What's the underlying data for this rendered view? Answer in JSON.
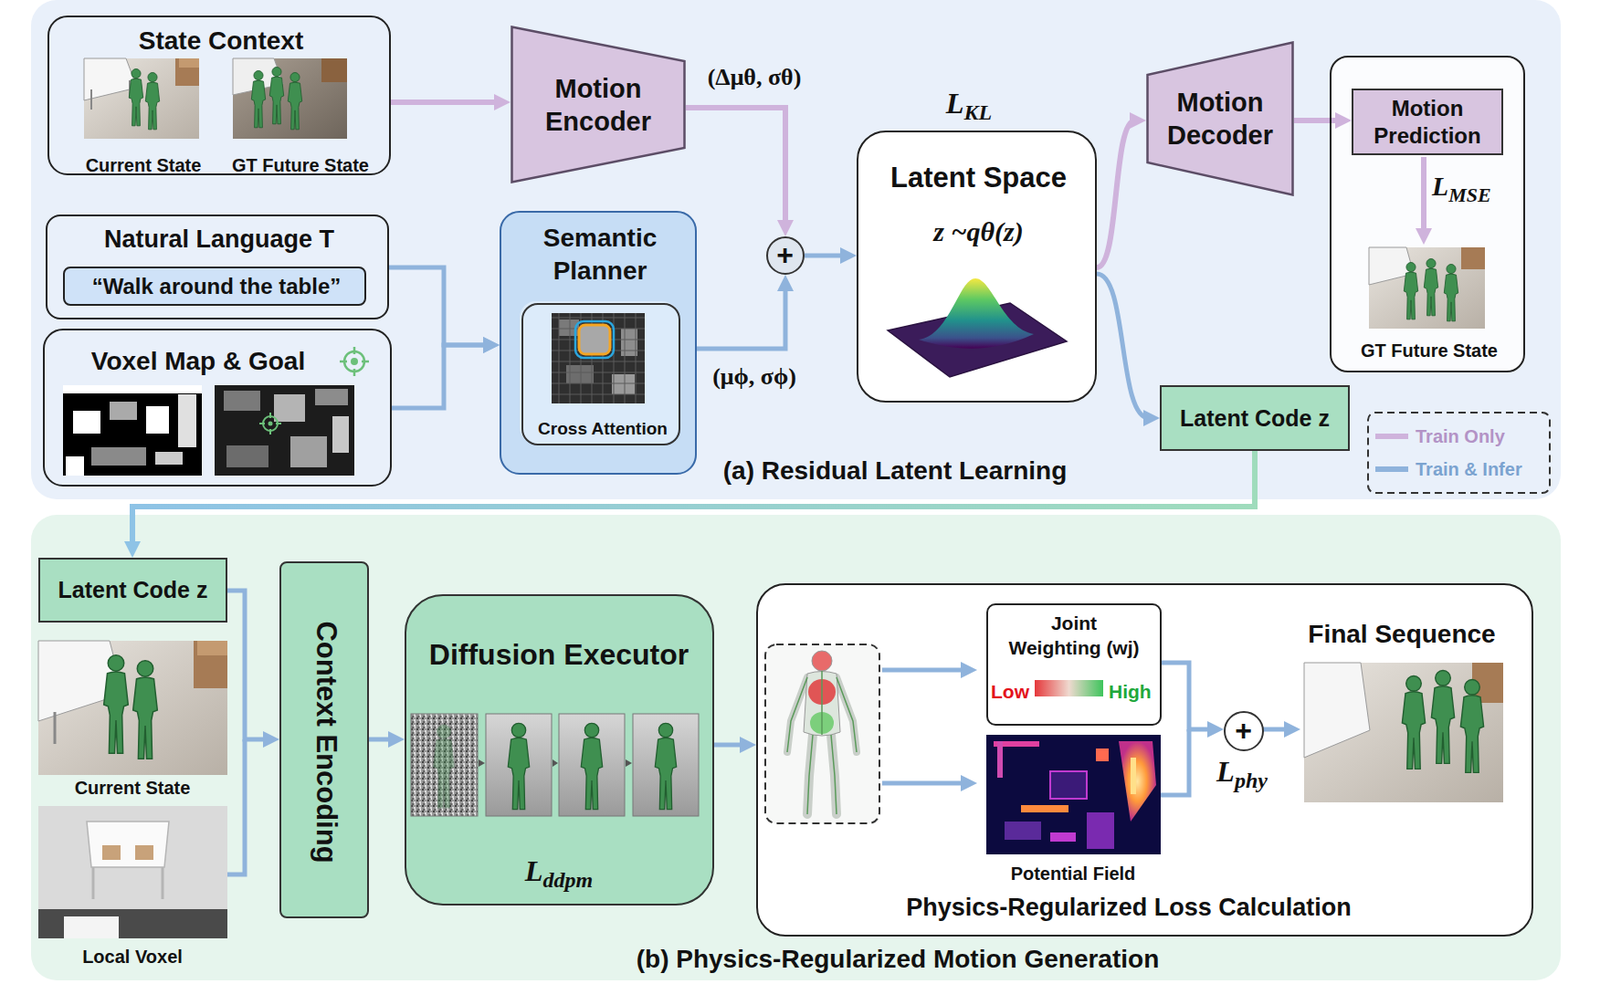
{
  "diagram": {
    "nodes": [
      {
        "text": [
          "(a) Residual Latent Learning"
        ]
      },
      {
        "text": [
          "State Context",
          "Current State",
          "GT Future State"
        ],
        "in": 0
      },
      {
        "text": [
          "Motion Encoder"
        ],
        "in": 0
      },
      {
        "text": [
          "Natural Language T"
        ],
        "in": 0
      },
      {
        "text": [
          "“Walk around the table”"
        ],
        "in": 3
      },
      {
        "text": [
          "Voxel Map & Goal"
        ],
        "in": 0
      },
      {
        "text": [
          "Semantic Planner"
        ],
        "in": 0
      },
      {
        "text": [
          "Cross Attention"
        ],
        "in": 6
      },
      {
        "text": [
          "+"
        ],
        "in": 0
      },
      {
        "text": [
          "Latent Space",
          "z ~qθ(z)"
        ],
        "in": 0
      },
      {
        "text": [
          "Motion Decoder"
        ],
        "in": 0
      },
      {
        "text": [
          "GT Future State"
        ],
        "in": 0
      },
      {
        "text": [
          "Motion Prediction"
        ],
        "in": 11
      },
      {
        "text": [
          "Latent Code z"
        ],
        "in": 0
      },
      {
        "text": [
          "(b) Physics-Regularized Motion Generation"
        ]
      },
      {
        "text": [
          "Latent Code z"
        ],
        "in": 14
      },
      {
        "text": [
          "Context Encoding"
        ],
        "in": 14
      },
      {
        "text": [
          "Diffusion Executor",
          "Lddpm"
        ],
        "in": 14
      },
      {
        "text": [
          "Physics-Regularized Loss Calculation",
          "Final Sequence"
        ],
        "in": 14
      },
      {
        "text": [
          "Joint Weighting (wj)",
          "Low",
          "High"
        ],
        "in": 18
      },
      {
        "text": [
          "+"
        ],
        "in": 18
      }
    ],
    "edges": [
      {
        "from": 1,
        "to": 2,
        "arrow": "to"
      },
      {
        "from": 3,
        "to": 6,
        "arrow": "to"
      },
      {
        "from": 5,
        "to": 6,
        "arrow": "to"
      },
      {
        "from": 2,
        "to": 8,
        "label": "(Δμθ, σθ)",
        "arrow": "to"
      },
      {
        "from": 6,
        "to": 8,
        "label": "(μϕ, σϕ)",
        "arrow": "to"
      },
      {
        "from": 8,
        "to": 9,
        "arrow": "to"
      },
      {
        "from": 9,
        "to": 10,
        "arrow": "to"
      },
      {
        "from": 10,
        "to": 12,
        "arrow": "to"
      },
      {
        "from": 9,
        "to": 13,
        "arrow": "to"
      },
      {
        "from": 13,
        "to": 15,
        "arrow": "to"
      },
      {
        "from": 15,
        "to": 16,
        "arrow": "to"
      },
      {
        "from": 16,
        "to": 17,
        "arrow": "to"
      },
      {
        "from": 17,
        "to": 18,
        "arrow": "to"
      },
      {
        "from": 19,
        "to": 20,
        "arrow": "to"
      }
    ],
    "labels": [
      "LKL",
      "LMSE",
      "Current State",
      "Local Voxel",
      "Potential Field",
      "Lphy"
    ],
    "legend": [
      {
        "text": "Train Only",
        "color": "#cfb3dc"
      },
      {
        "text": "Train & Infer",
        "color": "#8fb3dc"
      }
    ]
  }
}
